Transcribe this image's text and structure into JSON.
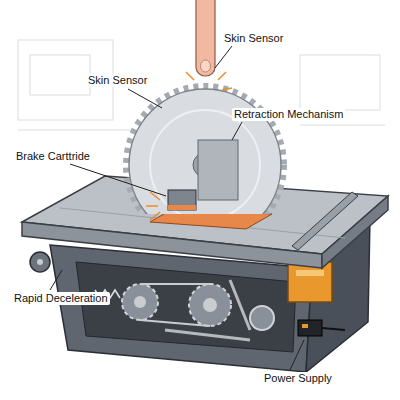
{
  "diagram": {
    "labels": [
      "Skin Sensor",
      "Skin Sensor",
      "Retraction Mechanism",
      "Brake Carttride",
      "Rapid Deceleration",
      "Power Supply"
    ]
  }
}
